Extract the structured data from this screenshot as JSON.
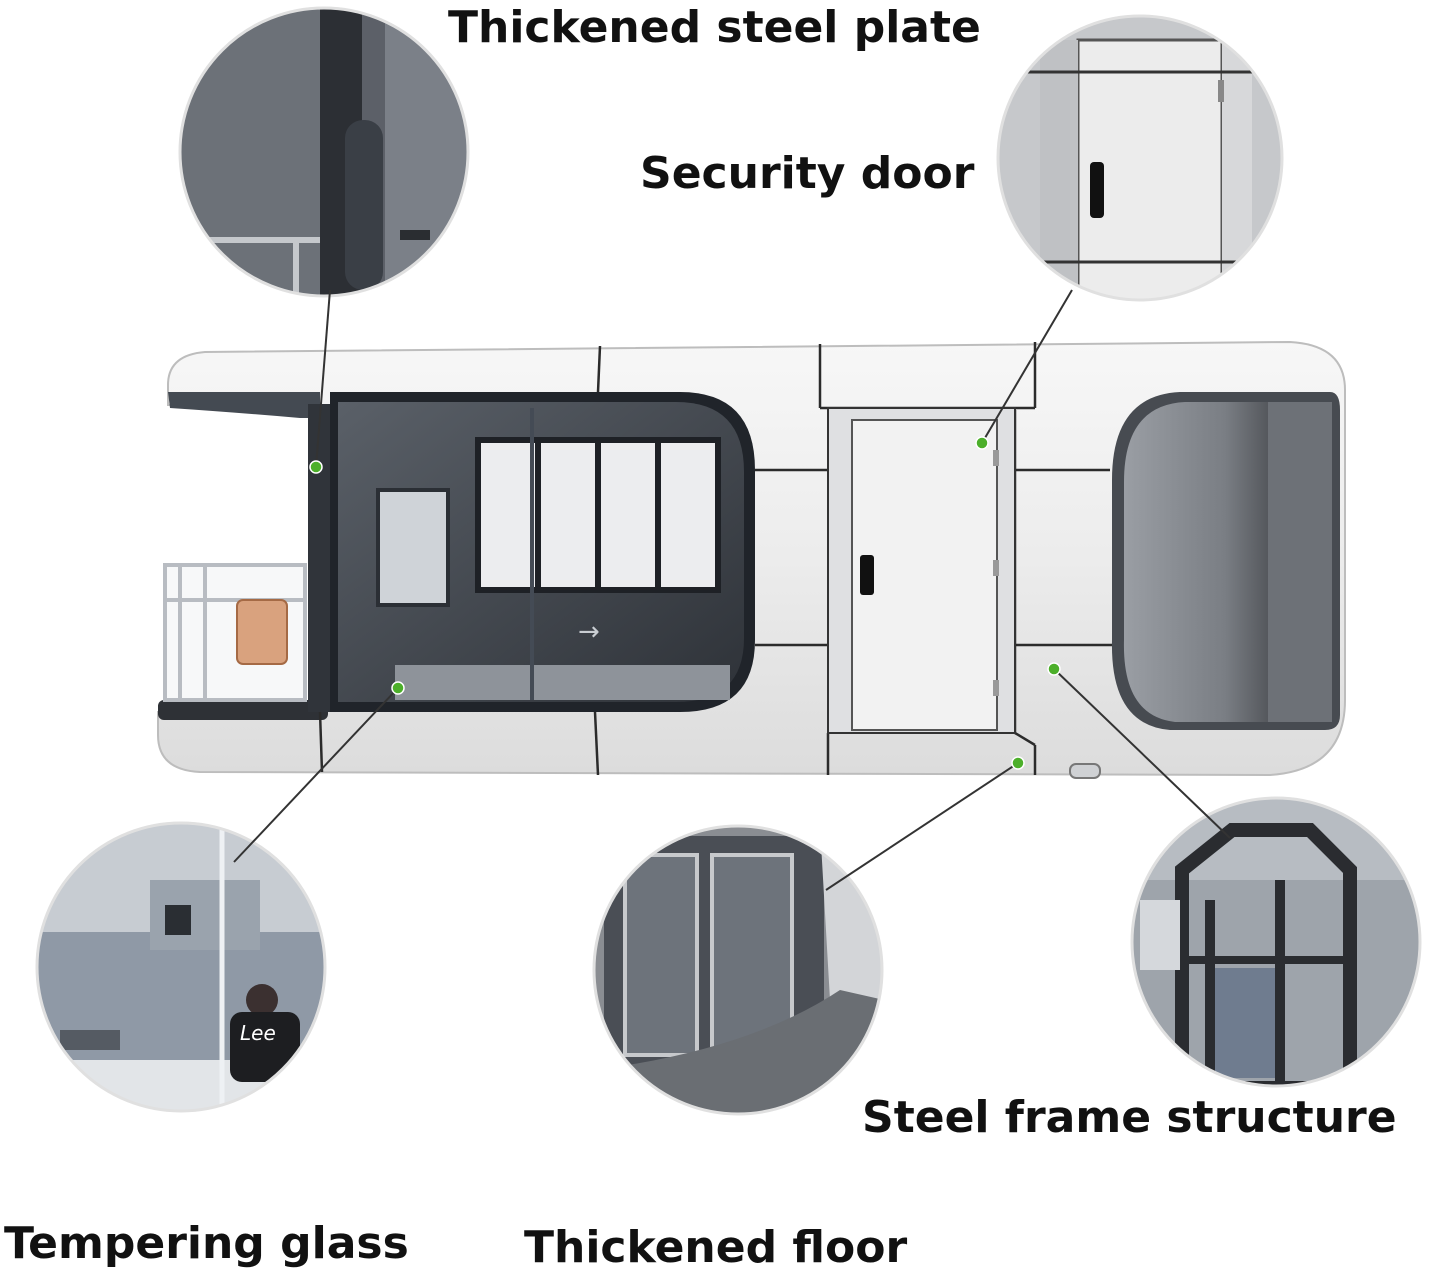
{
  "labels": {
    "thickened_steel_plate": "Thickened steel plate",
    "security_door": "Security door",
    "steel_frame_structure": "Steel frame structure",
    "tempering_glass": "Tempering glass",
    "thickened_floor": "Thickened floor"
  },
  "door_arrow": "→",
  "shirt_text": "Lee",
  "colors": {
    "accent_dot": "#4caf2a",
    "leader_line": "#333333",
    "shell_white": "#eeeeee",
    "glass_dark": "#3a3e44",
    "frame_dark": "#2a2c30"
  }
}
